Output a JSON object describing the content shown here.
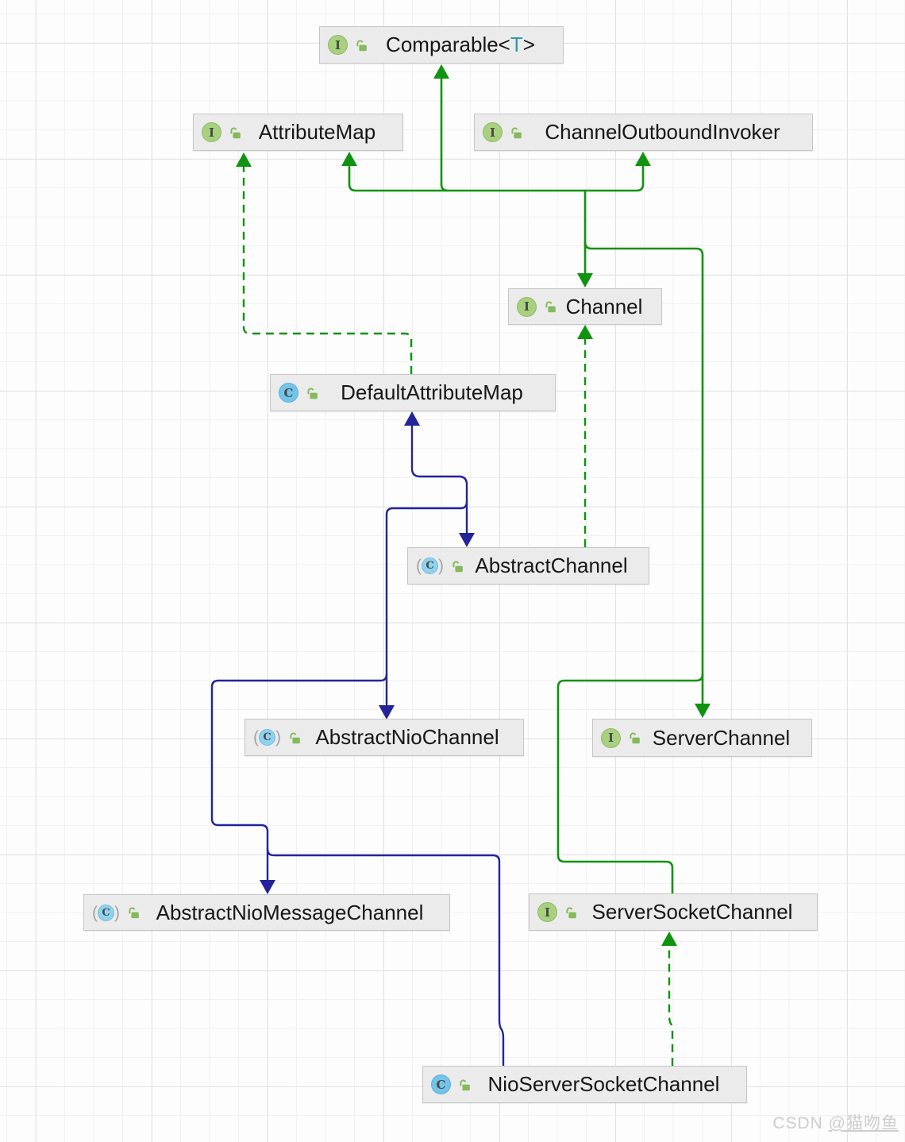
{
  "diagram": {
    "kind": "uml-class-diagram",
    "nodes": {
      "comparable": {
        "pre": "Comparable<",
        "type_param": "T",
        "post": ">",
        "kind": "interface"
      },
      "attribute_map": {
        "label": "AttributeMap",
        "kind": "interface"
      },
      "channel_outbound_invoker": {
        "label": "ChannelOutboundInvoker",
        "kind": "interface"
      },
      "channel": {
        "label": "Channel",
        "kind": "interface"
      },
      "default_attribute_map": {
        "label": "DefaultAttributeMap",
        "kind": "class"
      },
      "abstract_channel": {
        "label": "AbstractChannel",
        "kind": "abstract-class"
      },
      "abstract_nio_channel": {
        "label": "AbstractNioChannel",
        "kind": "abstract-class"
      },
      "server_channel": {
        "label": "ServerChannel",
        "kind": "interface"
      },
      "abstract_nio_message_channel": {
        "label": "AbstractNioMessageChannel",
        "kind": "abstract-class"
      },
      "server_socket_channel": {
        "label": "ServerSocketChannel",
        "kind": "interface"
      },
      "nio_server_socket_channel": {
        "label": "NioServerSocketChannel",
        "kind": "class"
      }
    },
    "edges": [
      {
        "from": "Channel",
        "to": "Comparable<T>",
        "relation": "extends"
      },
      {
        "from": "Channel",
        "to": "AttributeMap",
        "relation": "extends"
      },
      {
        "from": "Channel",
        "to": "ChannelOutboundInvoker",
        "relation": "extends"
      },
      {
        "from": "ServerChannel",
        "to": "Channel",
        "relation": "extends"
      },
      {
        "from": "ServerSocketChannel",
        "to": "ServerChannel",
        "relation": "extends"
      },
      {
        "from": "DefaultAttributeMap",
        "to": "AttributeMap",
        "relation": "implements"
      },
      {
        "from": "AbstractChannel",
        "to": "Channel",
        "relation": "implements"
      },
      {
        "from": "AbstractChannel",
        "to": "DefaultAttributeMap",
        "relation": "extends"
      },
      {
        "from": "AbstractNioChannel",
        "to": "AbstractChannel",
        "relation": "extends"
      },
      {
        "from": "AbstractNioMessageChannel",
        "to": "AbstractNioChannel",
        "relation": "extends"
      },
      {
        "from": "NioServerSocketChannel",
        "to": "AbstractNioMessageChannel",
        "relation": "extends"
      },
      {
        "from": "NioServerSocketChannel",
        "to": "ServerSocketChannel",
        "relation": "implements"
      }
    ],
    "colors": {
      "interface_edge_green": "#10930f",
      "class_edge_blue": "#23239a",
      "node_background": "#ebebeb",
      "type_param_teal": "#2e9ba8"
    }
  },
  "icons": {
    "interface_glyph": "I",
    "class_glyph": "C",
    "paren_open": "(",
    "paren_close": ")"
  },
  "watermark": {
    "site": "CSDN ",
    "user": "@猫吻鱼"
  }
}
